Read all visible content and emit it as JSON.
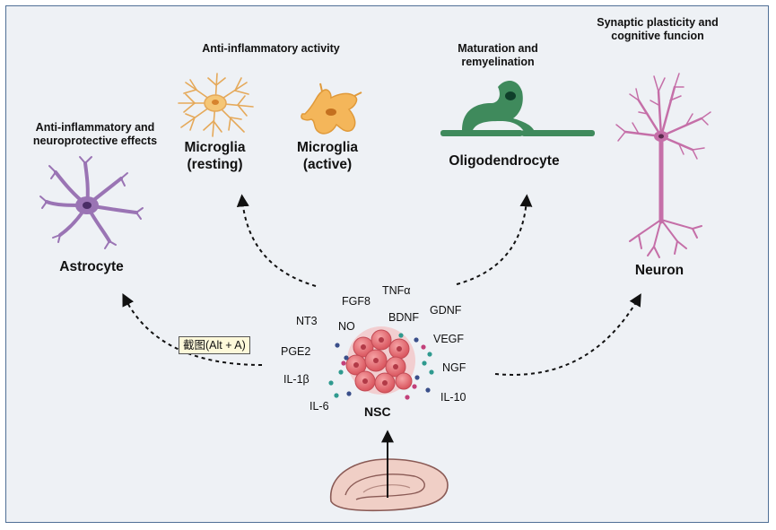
{
  "captions": {
    "astrocyte": "Anti-inflammatory and neuroprotective effects",
    "microglia": "Anti-inflammatory activity",
    "oligodendrocyte": "Maturation and remyelination",
    "neuron": "Synaptic plasticity and cognitive funcion"
  },
  "cells": {
    "astrocyte": "Astrocyte",
    "microglia_resting": "Microglia (resting)",
    "microglia_active": "Microglia (active)",
    "oligodendrocyte": "Oligodendrocyte",
    "neuron": "Neuron"
  },
  "center": {
    "label": "NSC"
  },
  "factors": [
    "NT3",
    "FGF8",
    "TNFα",
    "NO",
    "BDNF",
    "GDNF",
    "PGE2",
    "VEGF",
    "NGF",
    "IL-1β",
    "IL-10",
    "IL-6"
  ],
  "tooltip": "截图(Alt + A)",
  "colors": {
    "astrocyte": "#9a74b4",
    "microglia": "#f0b35a",
    "oligodendrocyte": "#3f8a5c",
    "neuron": "#c56fa8",
    "nsc": "#e8757c",
    "hippocampus": "#f0cfc6",
    "frame_border": "#4f6f96"
  },
  "icons": [
    "astrocyte-cell-icon",
    "microglia-resting-icon",
    "microglia-active-icon",
    "oligodendrocyte-icon",
    "neuron-icon",
    "nsc-cluster-icon",
    "hippocampus-icon"
  ]
}
